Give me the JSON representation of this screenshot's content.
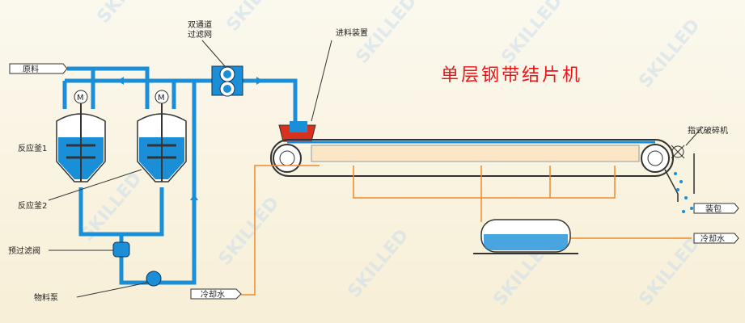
{
  "title": "单层钢带结片机",
  "labels": {
    "raw_material": "原料",
    "dual_filter": [
      "双通道",
      "过滤网"
    ],
    "feeder": "进料装置",
    "reactor1": "反应釜1",
    "reactor2": "反应釜2",
    "prefilter_valve": "预过滤阀",
    "pump": "物料泵",
    "cooling_water_in": "冷却水",
    "cooling_water_out": "冷却水",
    "crusher": "指式破碎机",
    "packing": "装包",
    "motor": "M"
  },
  "watermark": "SKILLED",
  "colors": {
    "pipe": "#1a8fd8",
    "water": "#f08a28",
    "title": "#e8161b"
  }
}
